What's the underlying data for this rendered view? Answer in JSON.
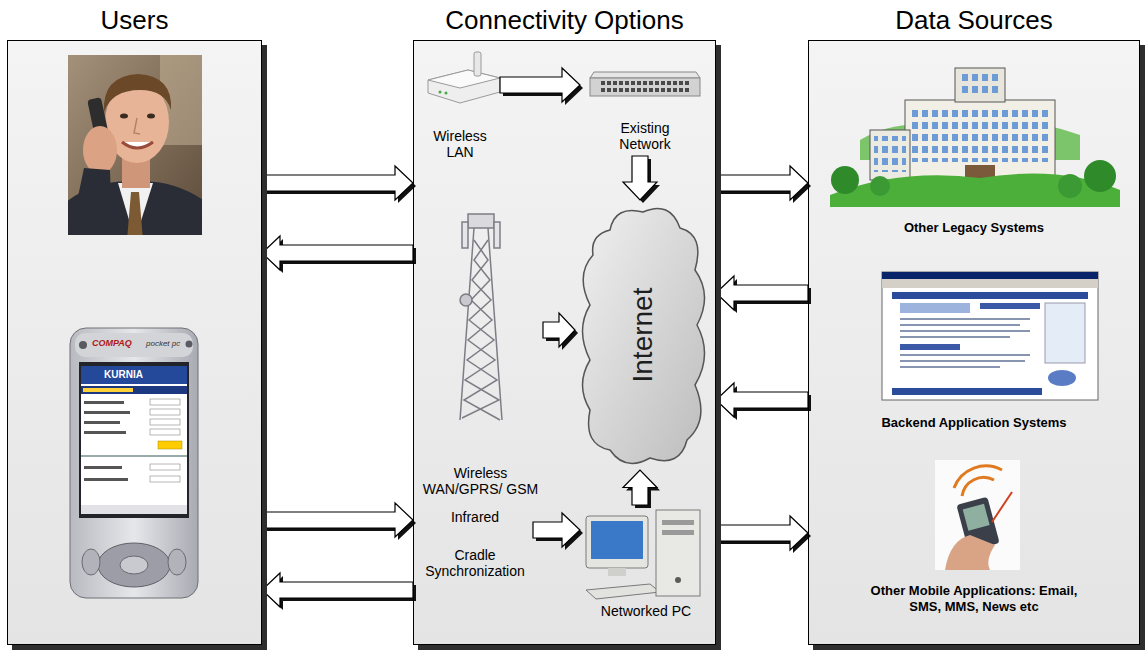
{
  "diagram": {
    "nodes": [
      {
        "text": [
          "Users"
        ]
      },
      {
        "text": [
          "Connectivity Options"
        ]
      },
      {
        "text": [
          "Data Sources"
        ]
      },
      {
        "text": [
          "Wireless LAN"
        ],
        "in": 1
      },
      {
        "text": [
          "Existing Network"
        ],
        "in": 1
      },
      {
        "text": [
          "Wireless WAN/GPRS/ GSM"
        ],
        "in": 1
      },
      {
        "text": [
          "Internet"
        ],
        "in": 1
      },
      {
        "text": [
          "Infrared",
          "Cradle Synchronization"
        ],
        "in": 1
      },
      {
        "text": [
          "Networked PC"
        ],
        "in": 1
      },
      {
        "text": [
          "Other Legacy Systems"
        ],
        "in": 2
      },
      {
        "text": [
          "Backend Application Systems"
        ],
        "in": 2
      },
      {
        "text": [
          "Other Mobile Applications: Email, SMS, MMS, News etc"
        ],
        "in": 2
      }
    ],
    "edges": [
      {
        "from": 0,
        "to": 1,
        "arrow": "to"
      },
      {
        "from": 1,
        "to": 0,
        "arrow": "to"
      },
      {
        "from": 0,
        "to": 1,
        "arrow": "to"
      },
      {
        "from": 1,
        "to": 0,
        "arrow": "to"
      },
      {
        "from": 3,
        "to": 4,
        "arrow": "to"
      },
      {
        "from": 4,
        "to": 6,
        "arrow": "to"
      },
      {
        "from": 5,
        "to": 6,
        "arrow": "to"
      },
      {
        "from": 8,
        "to": 6,
        "arrow": "to"
      },
      {
        "from": 7,
        "to": 8,
        "arrow": "to"
      },
      {
        "from": 1,
        "to": 2,
        "arrow": "to"
      },
      {
        "from": 2,
        "to": 1,
        "arrow": "to"
      },
      {
        "from": 2,
        "to": 1,
        "arrow": "to"
      },
      {
        "from": 1,
        "to": 2,
        "arrow": "to"
      }
    ],
    "labels": [
      "COMPAQ",
      "pocket pc",
      "KURNIA"
    ]
  }
}
